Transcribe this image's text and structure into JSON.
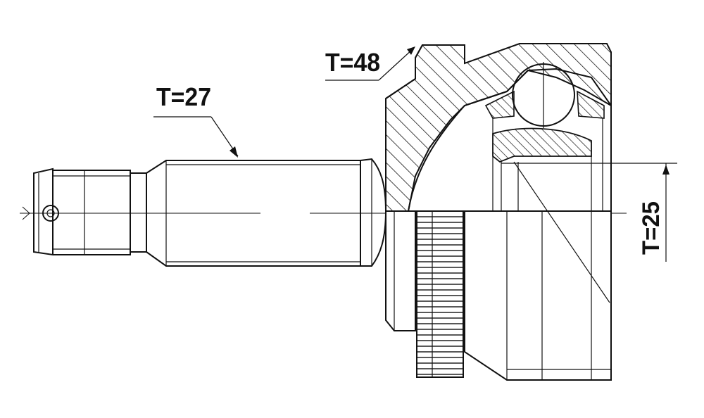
{
  "labels": {
    "t48": "T=48",
    "t27": "T=27",
    "t25": "T=25"
  },
  "colors": {
    "line": "#111111",
    "background": "#ffffff"
  }
}
